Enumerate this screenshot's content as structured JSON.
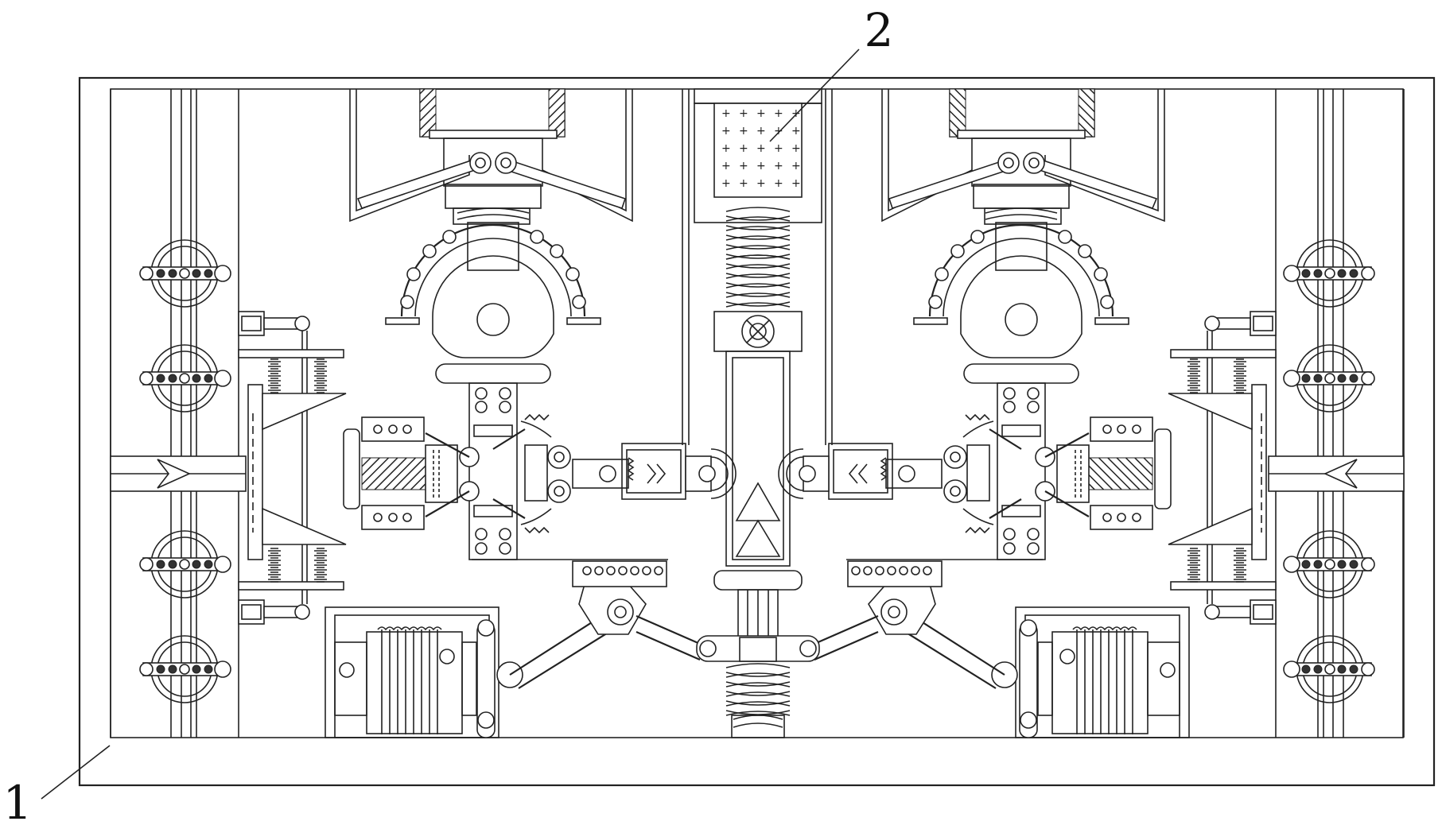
{
  "drawing": {
    "stroke_color": "#222222",
    "background": "#ffffff",
    "labels": [
      {
        "id": "1",
        "text": "1"
      },
      {
        "id": "2",
        "text": "2"
      }
    ]
  }
}
